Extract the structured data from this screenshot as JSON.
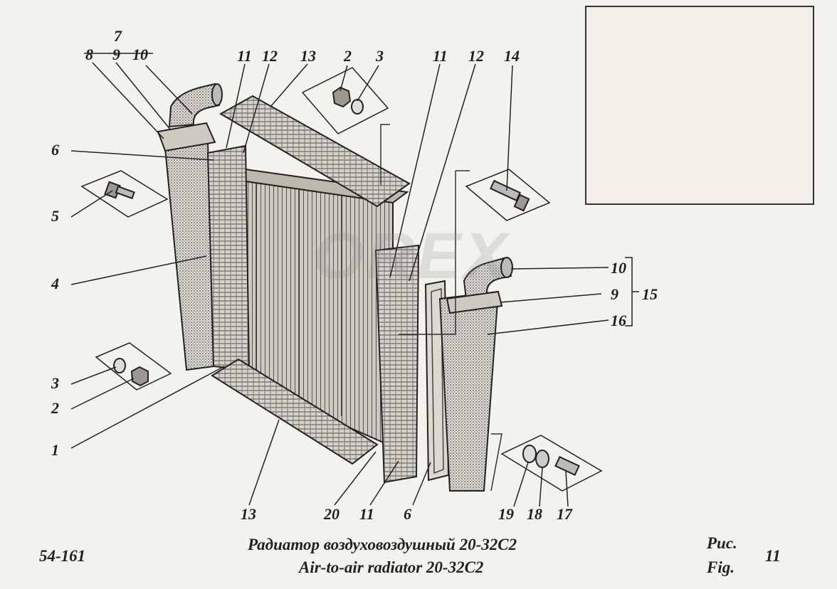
{
  "watermark": "OREX",
  "caption": {
    "doc_code": "54-161",
    "title_ru": "Радиатор воздуховоздушный  20-32С2",
    "title_en": "Air-to-air radiator 20-32C2",
    "fig_ru": "Рис.",
    "fig_en": "Fig.",
    "fig_number": "11"
  },
  "callouts": {
    "c7": "7",
    "c8": "8",
    "c9a": "9",
    "c10a": "10",
    "c11a": "11",
    "c12a": "12",
    "c13a": "13",
    "c2a": "2",
    "c3a": "3",
    "c11b": "11",
    "c12b": "12",
    "c14": "14",
    "c6a": "6",
    "c5": "5",
    "c4": "4",
    "c3b": "3",
    "c2b": "2",
    "c1": "1",
    "c13b": "13",
    "c20": "20",
    "c11c": "11",
    "c6b": "6",
    "c19": "19",
    "c18": "18",
    "c17": "17",
    "c10b": "10",
    "c9b": "9",
    "c16": "16",
    "c15": "15"
  }
}
